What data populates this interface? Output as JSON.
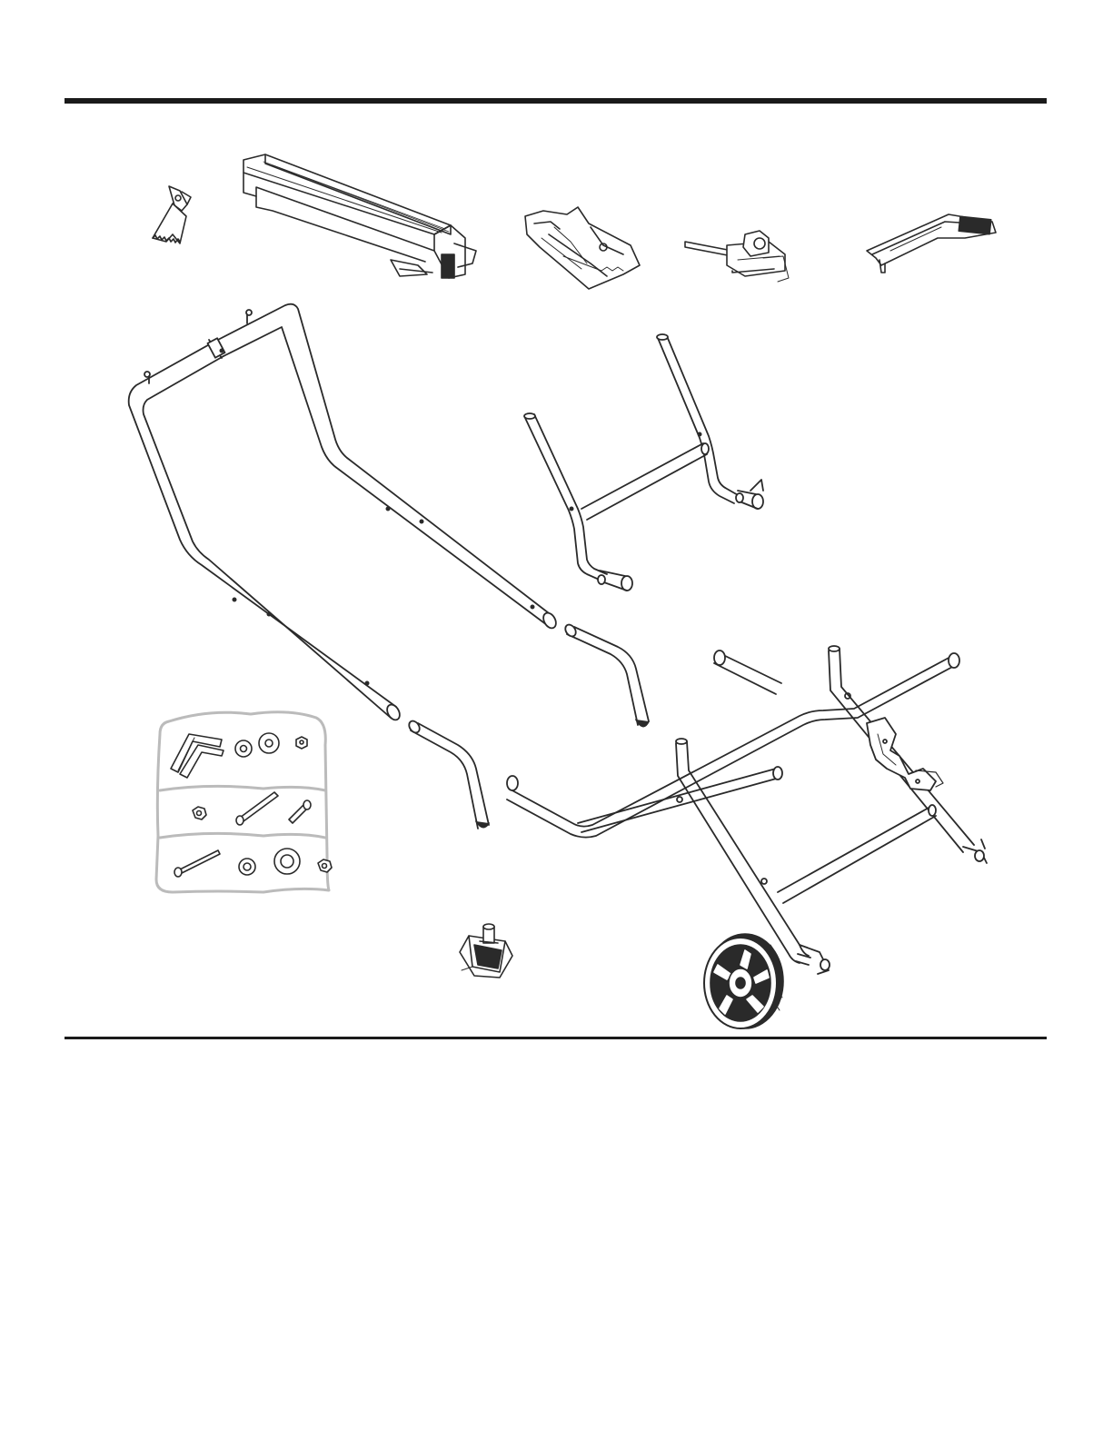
{
  "page": {
    "kind": "parts-list-illustration",
    "parts": [
      {
        "id": "blade-guard-assembly",
        "name": "blade-guard-assembly"
      },
      {
        "id": "rip-fence",
        "name": "rip-fence"
      },
      {
        "id": "blade-guard-housing",
        "name": "blade-guard-housing"
      },
      {
        "id": "miter-gauge",
        "name": "miter-gauge"
      },
      {
        "id": "push-stick",
        "name": "push-stick"
      },
      {
        "id": "handle-frame",
        "name": "handle-frame"
      },
      {
        "id": "front-leg-frame",
        "name": "front-leg-frame"
      },
      {
        "id": "left-extension-tube",
        "name": "left-extension-tube"
      },
      {
        "id": "right-extension-tube",
        "name": "right-extension-tube"
      },
      {
        "id": "hardware-bag",
        "name": "hardware-bag"
      },
      {
        "id": "stand-base-frame",
        "name": "stand-base-frame"
      },
      {
        "id": "foot",
        "name": "foot"
      },
      {
        "id": "wheel",
        "name": "wheel"
      }
    ]
  }
}
